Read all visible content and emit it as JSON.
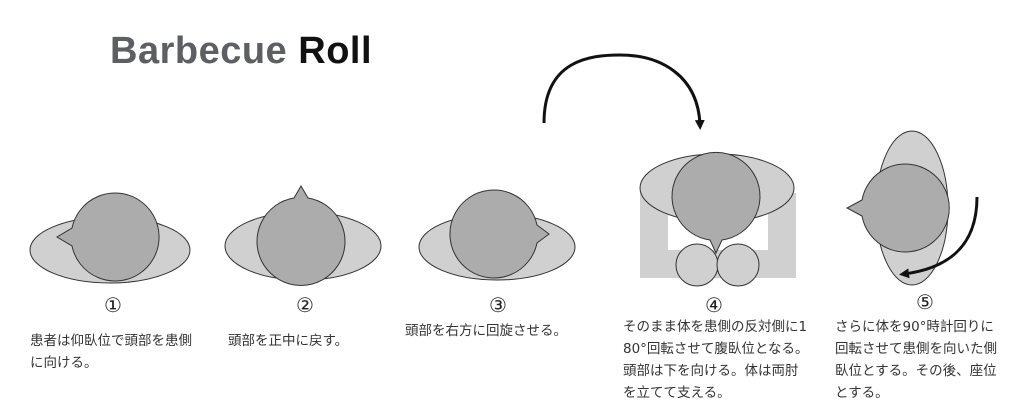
{
  "title": {
    "part1": "Barbecue",
    "part2": "Roll"
  },
  "colors": {
    "body": "#d0d0d0",
    "head": "#acacac",
    "stroke": "#333333",
    "arrow": "#111111"
  },
  "steps": [
    {
      "num": "①",
      "caption": "患者は仰臥位で頭部を患側に向ける。",
      "lines": [
        "患者は仰臥位で頭部を患側",
        "に向ける。"
      ]
    },
    {
      "num": "②",
      "caption": "頭部を正中に戻す。",
      "lines": [
        "頭部を正中に戻す。"
      ]
    },
    {
      "num": "③",
      "caption": "頭部を右方に回旋させる。",
      "lines": [
        "頭部を右方に回旋させる。"
      ]
    },
    {
      "num": "④",
      "caption": "そのまま体を患側の反対側に180°回転させて腹臥位となる。頭部は下を向ける。体は両肘を立てて支える。",
      "lines": [
        "そのまま体を患側の反対側に",
        "180°回転させて腹臥位とな",
        "る。頭部は下を向ける。体は",
        "両肘を立てて支える。"
      ]
    },
    {
      "num": "⑤",
      "caption": "さらに体を90°時計回りに回転させて患側を向いた側臥位とする。その後、座位とする。",
      "lines": [
        "さらに体を90°時計回りに",
        "回転させて患側を向いた側",
        "臥位とする。その後、座位",
        "とする。"
      ]
    }
  ]
}
